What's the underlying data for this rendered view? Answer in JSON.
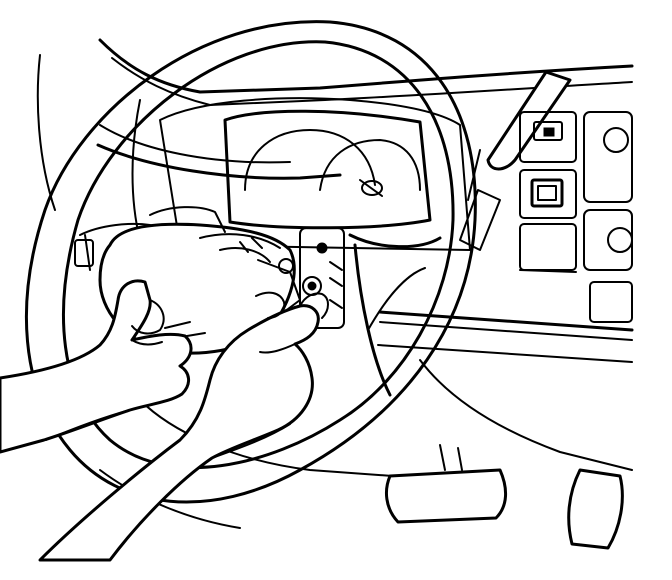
{
  "figure": {
    "colors": {
      "ink": "#000000",
      "paper": "#ffffff"
    },
    "components": [
      "dashboard-panel",
      "instrument-cluster",
      "steering-wheel",
      "airbag-module",
      "wiring-connector",
      "left-hand",
      "right-hand",
      "turn-signal-stalk",
      "gear-shift-lever",
      "climate-control-buttons",
      "brake-pedal",
      "accelerator-pedal"
    ]
  }
}
